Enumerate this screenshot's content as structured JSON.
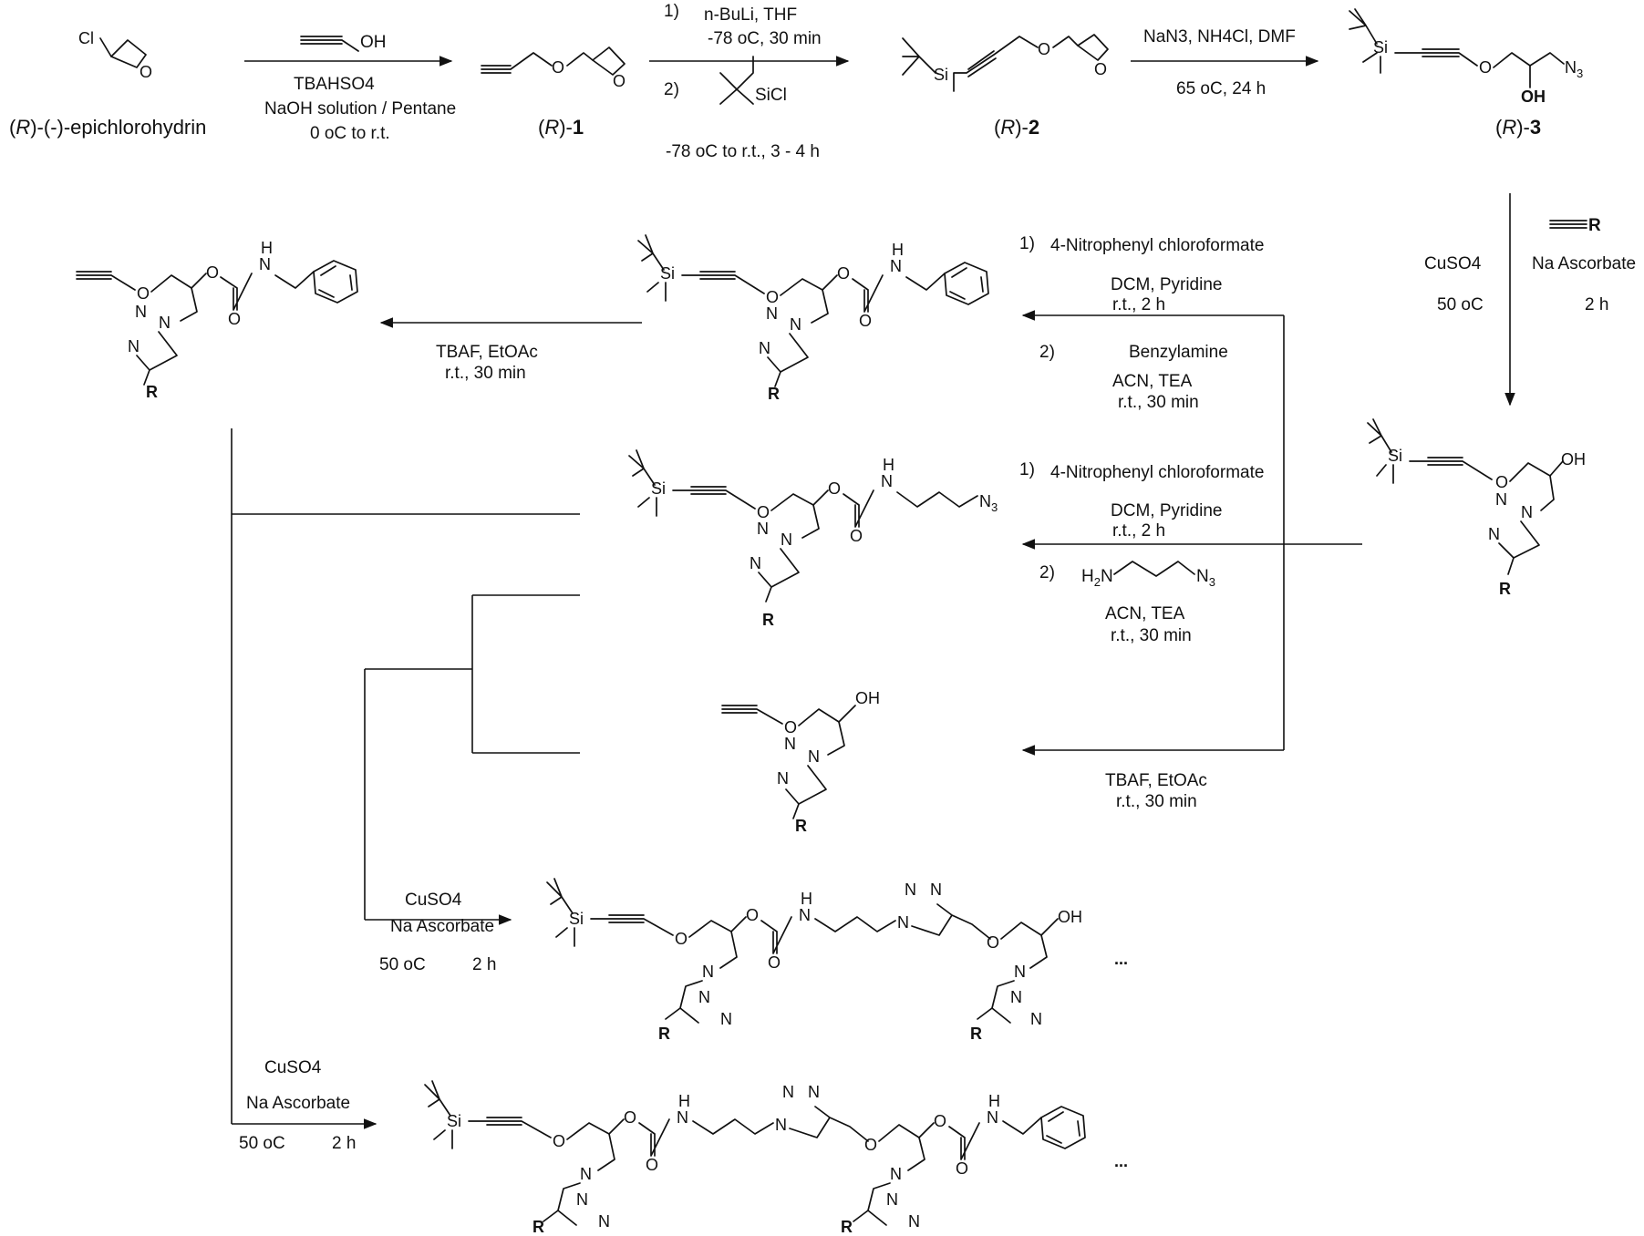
{
  "compounds": {
    "epichlorohydrin": {
      "label_pre": "(",
      "label_r": "R",
      "label_post": ")-(-)-epichlorohydrin",
      "cl": "Cl",
      "o": "O"
    },
    "r1": {
      "label_pre": "(",
      "label_r": "R",
      "label_post": ")-",
      "label_num": "1",
      "o": "O"
    },
    "r2": {
      "label_pre": "(",
      "label_r": "R",
      "label_post": ")-",
      "label_num": "2",
      "si": "Si",
      "o": "O"
    },
    "r3": {
      "label_pre": "(",
      "label_r": "R",
      "label_post": ")-",
      "label_num": "3",
      "si": "Si",
      "o": "O",
      "oh": "OH",
      "n3": "N3"
    },
    "triazole_alcohol": {
      "si": "Si",
      "oh": "OH",
      "r": "R"
    },
    "benzyl_carbamate_tbs": {
      "si": "Si",
      "r": "R"
    },
    "benzyl_carbamate": {
      "r": "R"
    },
    "azidopropyl_carbamate": {
      "si": "Si",
      "n3": "N3",
      "r": "R"
    },
    "desilylated_alcohol": {
      "oh": "OH",
      "r": "R"
    },
    "dimer_alcohol": {
      "si": "Si",
      "oh": "OH",
      "r": "R",
      "ellipsis": "..."
    },
    "dimer_benzyl": {
      "si": "Si",
      "r": "R",
      "ellipsis": "..."
    }
  },
  "atoms": {
    "o": "O",
    "n": "N",
    "h": "H",
    "nh": "NH",
    "si": "Si",
    "oh": "OH",
    "r": "R",
    "cl": "SiCl"
  },
  "reagents": {
    "step1": {
      "top": "OH",
      "line1": "TBAHSO4",
      "line2": "NaOH solution / Pentane",
      "line3": "0 oC to r.t."
    },
    "step2": {
      "n1": "1)",
      "line1": "n-BuLi, THF",
      "line2": "-78 oC, 30 min",
      "n2": "2)",
      "reagent": "SiCl",
      "line3": "-78 oC to r.t., 3 - 4 h"
    },
    "step3": {
      "line1": "NaN3, NH4Cl, DMF",
      "line2": "65 oC, 24 h"
    },
    "step4": {
      "alkyne": "R",
      "c1": "CuSO4",
      "c2": "50 oC",
      "c3": "Na Ascorbate",
      "c4": "2 h"
    },
    "step5": {
      "n1": "1)",
      "l1": "4-Nitrophenyl chloroformate",
      "l2": "DCM, Pyridine",
      "l3": "r.t.,      2 h",
      "n2": "2)",
      "l4": "Benzylamine",
      "l5": "ACN,   TEA",
      "l6": "r.t.,     30 min"
    },
    "step6": {
      "l1": "TBAF,  EtOAc",
      "l2": "r.t.,    30 min"
    },
    "step7": {
      "n1": "1)",
      "l1": "4-Nitrophenyl chloroformate",
      "l2": "DCM, Pyridine",
      "l3": "r.t.,      2 h",
      "n2": "2)",
      "amine": "H2N",
      "azide": "N3",
      "l4": "ACN,   TEA",
      "l5": "r.t.,    30 min"
    },
    "step8": {
      "l1": "TBAF,  EtOAc",
      "l2": "r.t.,    30 min"
    },
    "step9": {
      "l1": "CuSO4",
      "l2": "Na Ascorbate",
      "l3": "50 oC",
      "l4": "2 h"
    },
    "step10": {
      "l1": "CuSO4",
      "l2": "Na Ascorbate",
      "l3": "50 oC",
      "l4": "2 h"
    }
  }
}
